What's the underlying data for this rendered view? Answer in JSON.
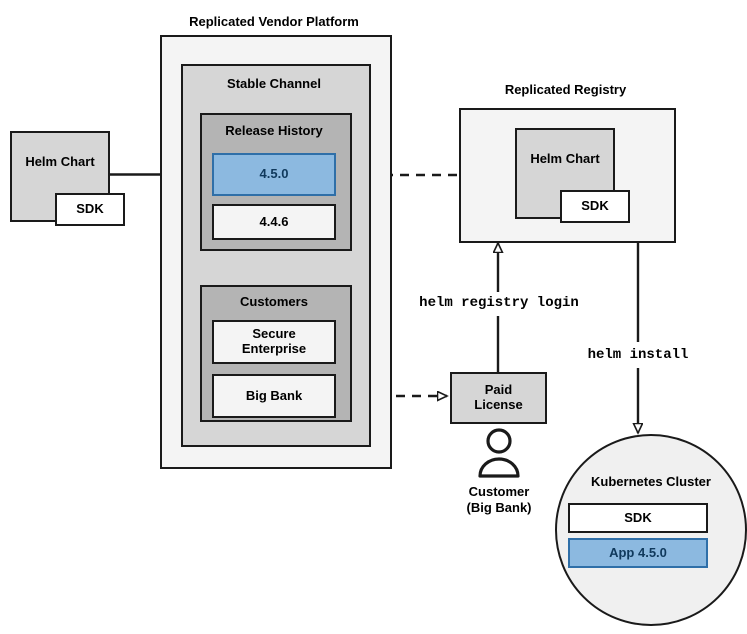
{
  "diagram": {
    "title_vendor_platform": "Replicated Vendor Platform",
    "title_registry": "Replicated Registry",
    "groups": {
      "stable_channel": "Stable Channel",
      "release_history": "Release History",
      "customers": "Customers"
    },
    "nodes": {
      "source_helm_chart": "Helm Chart",
      "source_sdk": "SDK",
      "release_current": "4.5.0",
      "release_previous": "4.4.6",
      "customer_secure_enterprise": "Secure\nEnterprise",
      "customer_big_bank": "Big Bank",
      "registry_helm_chart": "Helm Chart",
      "registry_sdk": "SDK",
      "paid_license": "Paid\nLicense",
      "customer_actor": "Customer\n(Big Bank)",
      "kubernetes_cluster": "Kubernetes Cluster",
      "cluster_sdk": "SDK",
      "cluster_app": "App 4.5.0"
    },
    "edge_labels": {
      "helm_registry_login": "helm registry login",
      "helm_install": "helm install"
    },
    "colors": {
      "highlight_fill": "#8cb9e0",
      "highlight_stroke": "#2f6fa8",
      "highlight_text": "#10395c",
      "group_outer_fill": "#f4f4f4",
      "group_mid_fill": "#d6d6d6",
      "group_inner_fill": "#b4b4b4",
      "node_grey_fill": "#d6d6d6",
      "node_white_fill": "#f4f4f4",
      "stroke": "#1a1a1a"
    }
  }
}
